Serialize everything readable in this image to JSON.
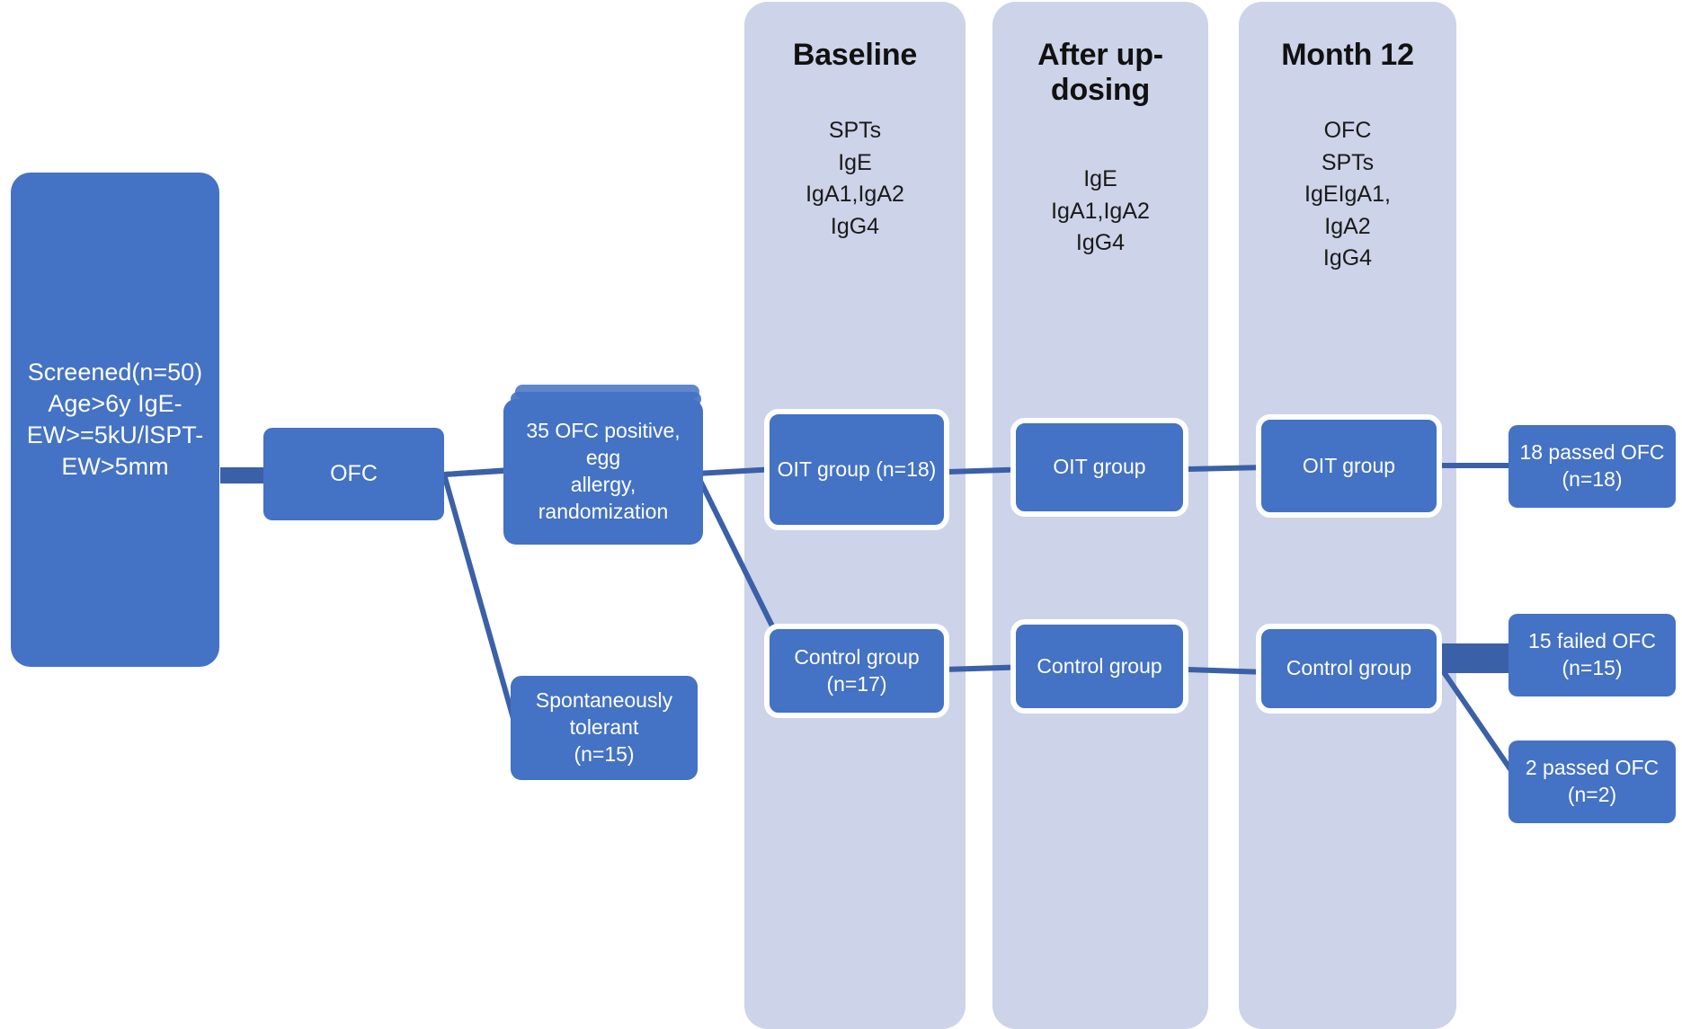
{
  "diagram": {
    "title": "Egg oral immunotherapy trial CONSORT-style flow diagram",
    "colors": {
      "box_blue": "#4472C4",
      "column_lavender": "#CDD3E8",
      "connector_blue": "#3A60A8",
      "box_text": "#FFFFFF",
      "column_text": "#1A1A1A",
      "background": "#FFFFFF"
    }
  },
  "phases": [
    {
      "id": "baseline",
      "title": "Baseline",
      "assays": "SPTs\nIgE\nIgA1,IgA2\nIgG4"
    },
    {
      "id": "after-up-dosing",
      "title": "After up-\ndosing",
      "assays": "IgE\nIgA1,IgA2\nIgG4"
    },
    {
      "id": "month-12",
      "title": "Month 12",
      "assays": "OFC\nSPTs\nIgEIgA1,\nIgA2\nIgG4"
    }
  ],
  "nodes": {
    "screened": "Screened(n=50)\nAge>6y IgE-\nEW>=5kU/lSPT-\nEW>5mm",
    "ofc": "OFC",
    "randomization": "35 OFC positive,  egg\nallergy,\n          randomization",
    "spontaneously_tolerant": "Spontaneously tolerant\n(n=15)",
    "oit_baseline": "OIT group (n=18)",
    "oit_updosing": "OIT group",
    "oit_month12": "OIT group",
    "control_baseline": "Control group (n=17)",
    "control_updosing": "Control group",
    "control_month12": "Control group",
    "passed_18": "18 passed OFC (n=18)",
    "failed_15": "15 failed OFC (n=15)",
    "passed_2": "2 passed OFC (n=2)"
  }
}
